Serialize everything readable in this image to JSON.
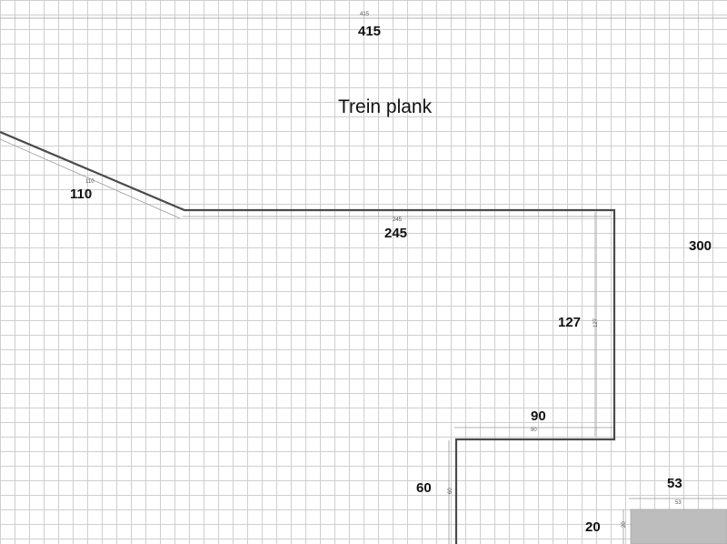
{
  "title": "Trein plank",
  "dimensions": {
    "top_total": "415",
    "slant": "110",
    "top_edge": "245",
    "right_side": "300",
    "vertical_drop": "127",
    "step": "90",
    "lower_vertical": "60",
    "block_width": "53",
    "block_height": "20"
  },
  "small_labels": {
    "top_total": "415",
    "slant": "110",
    "top_edge": "245",
    "vertical_drop": "127",
    "step": "90",
    "lower_vertical": "60",
    "block_width": "53",
    "block_height": "20"
  },
  "colors": {
    "grid": "#cfcfcf",
    "outline": "#4a4a4a",
    "dimension_line": "#9a9a9a",
    "block_fill": "#bdbdbd"
  }
}
